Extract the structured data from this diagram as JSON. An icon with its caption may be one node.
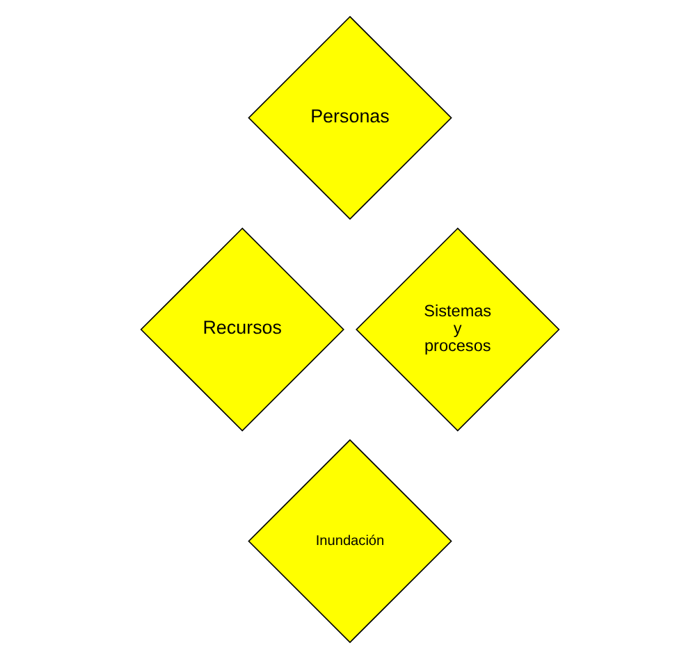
{
  "diagram": {
    "nodes": [
      {
        "text": [
          "Personas"
        ]
      },
      {
        "text": [
          "Recursos"
        ]
      },
      {
        "text": [
          "Sistemas y procesos"
        ]
      },
      {
        "text": [
          "Inundación"
        ]
      }
    ],
    "edges": []
  }
}
